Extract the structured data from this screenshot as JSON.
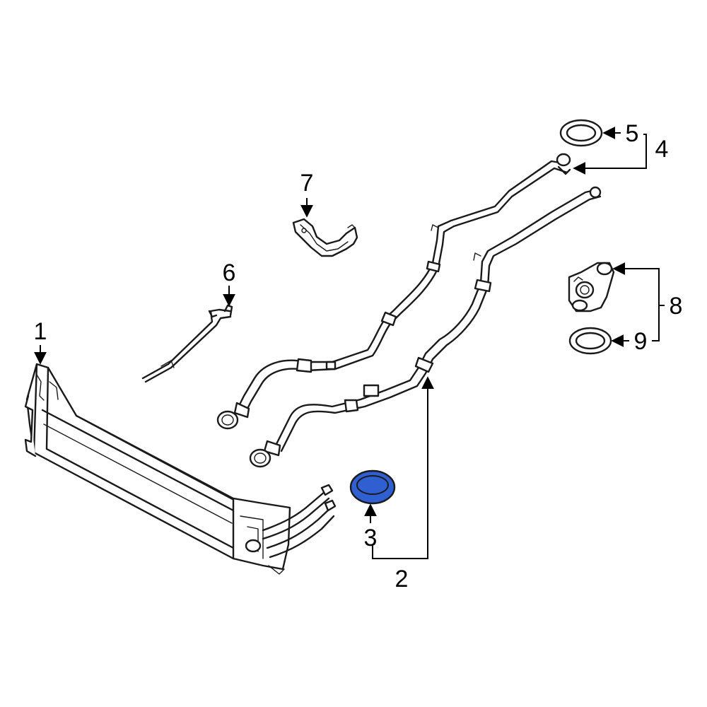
{
  "callouts": {
    "c1": "1",
    "c2": "2",
    "c3": "3",
    "c4": "4",
    "c5": "5",
    "c6": "6",
    "c7": "7",
    "c8": "8",
    "c9": "9"
  },
  "colors": {
    "highlight_fill": "#2f5fd0",
    "highlight_stroke": "#1a1a1a",
    "line": "#1a1a1a"
  },
  "highlighted_part": "3"
}
